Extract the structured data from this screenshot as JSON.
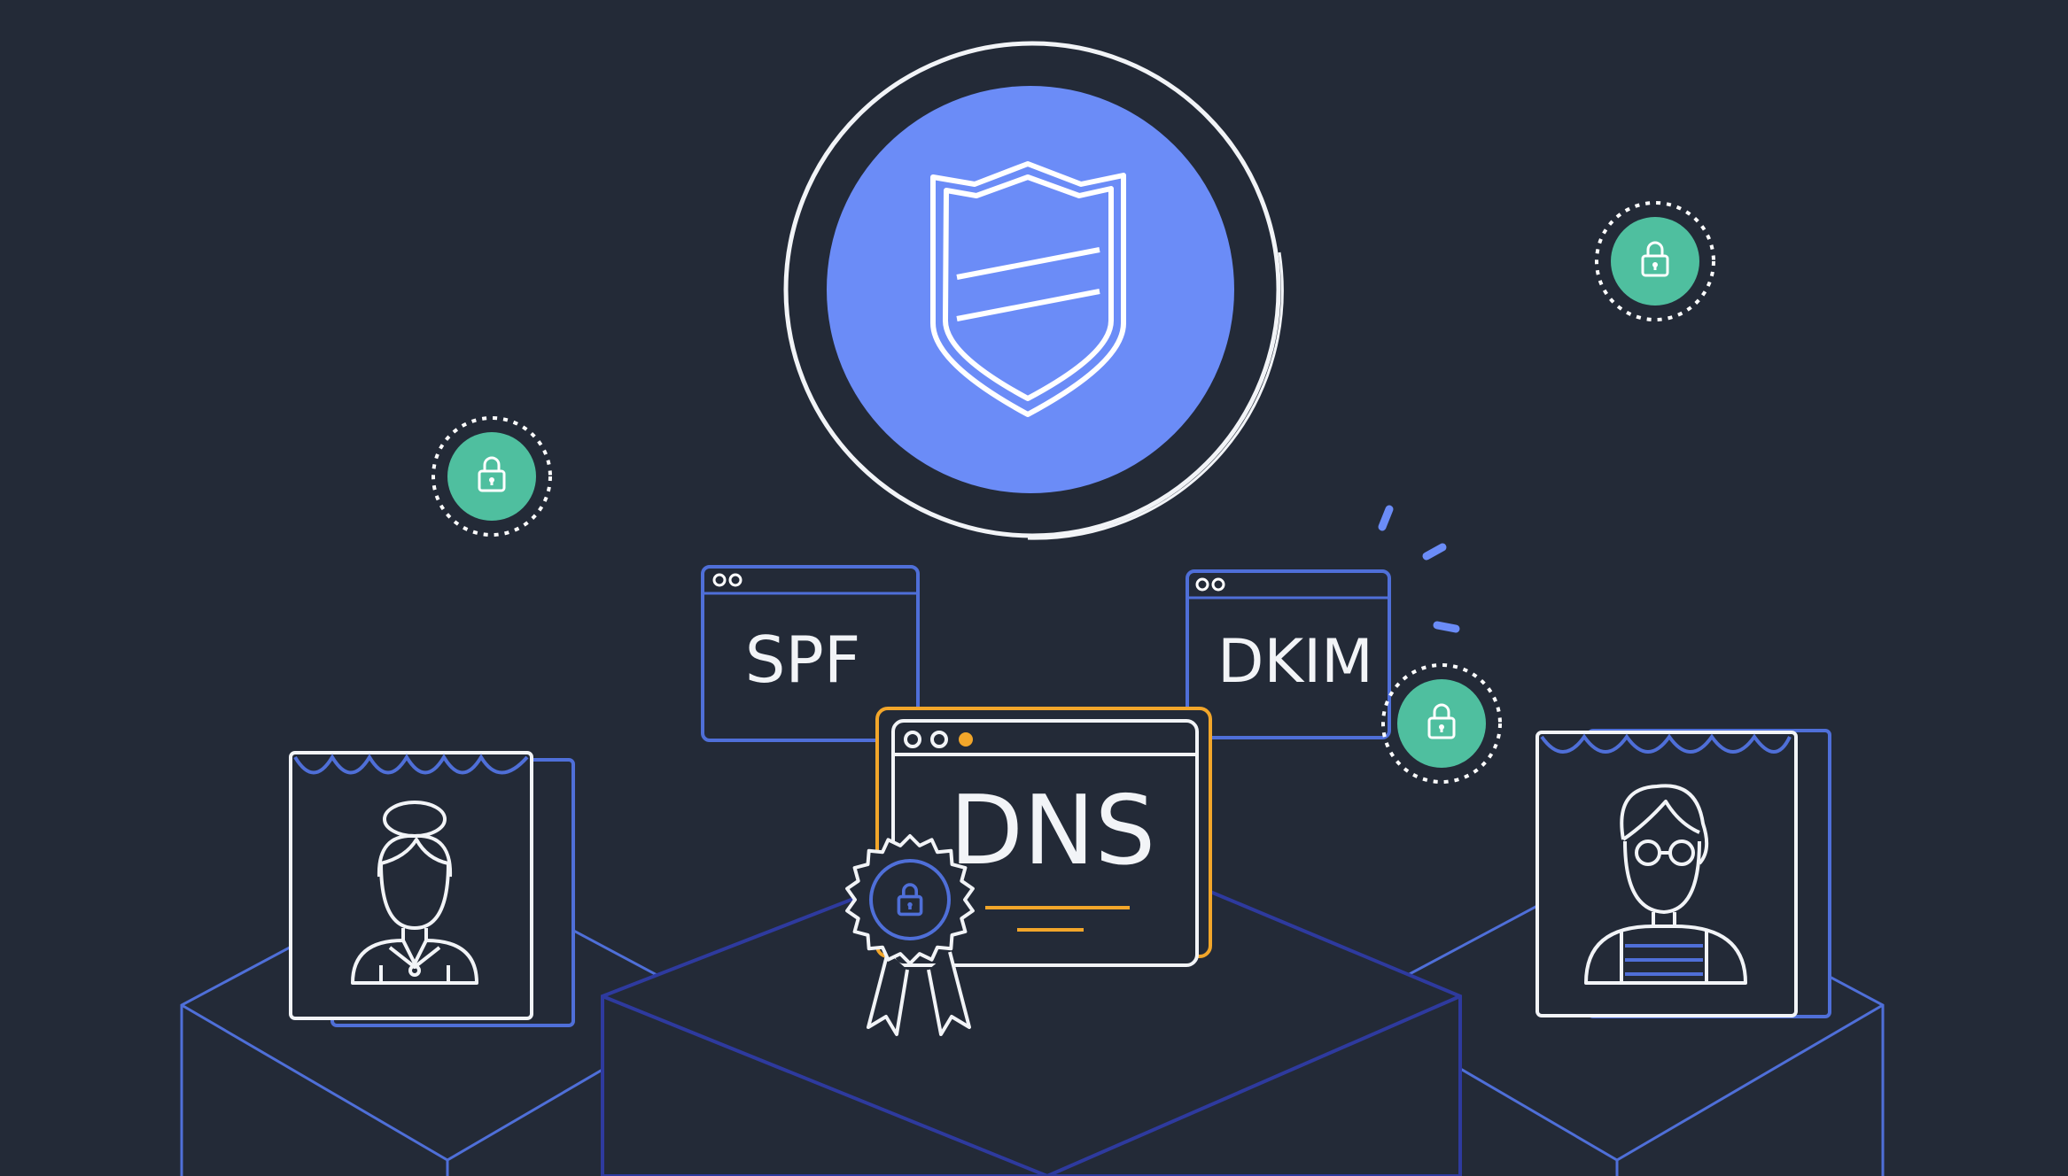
{
  "labels": {
    "spf": "SPF",
    "dkim": "DKIM",
    "dns": "DNS"
  },
  "icons": {
    "shield": "shield-icon",
    "lock": "padlock-icon",
    "seal": "certificate-seal-icon",
    "person_left": "woman-avatar-icon",
    "person_right": "man-with-glasses-avatar-icon"
  },
  "colors": {
    "background": "#232a37",
    "shield_fill": "#6b8cf7",
    "lock_badge": "#4fbf9f",
    "window_blue": "#4f6fd8",
    "dns_orange": "#f2a62a",
    "line_white": "#f2f4f7",
    "cube_blue": "#2e3a9e"
  }
}
